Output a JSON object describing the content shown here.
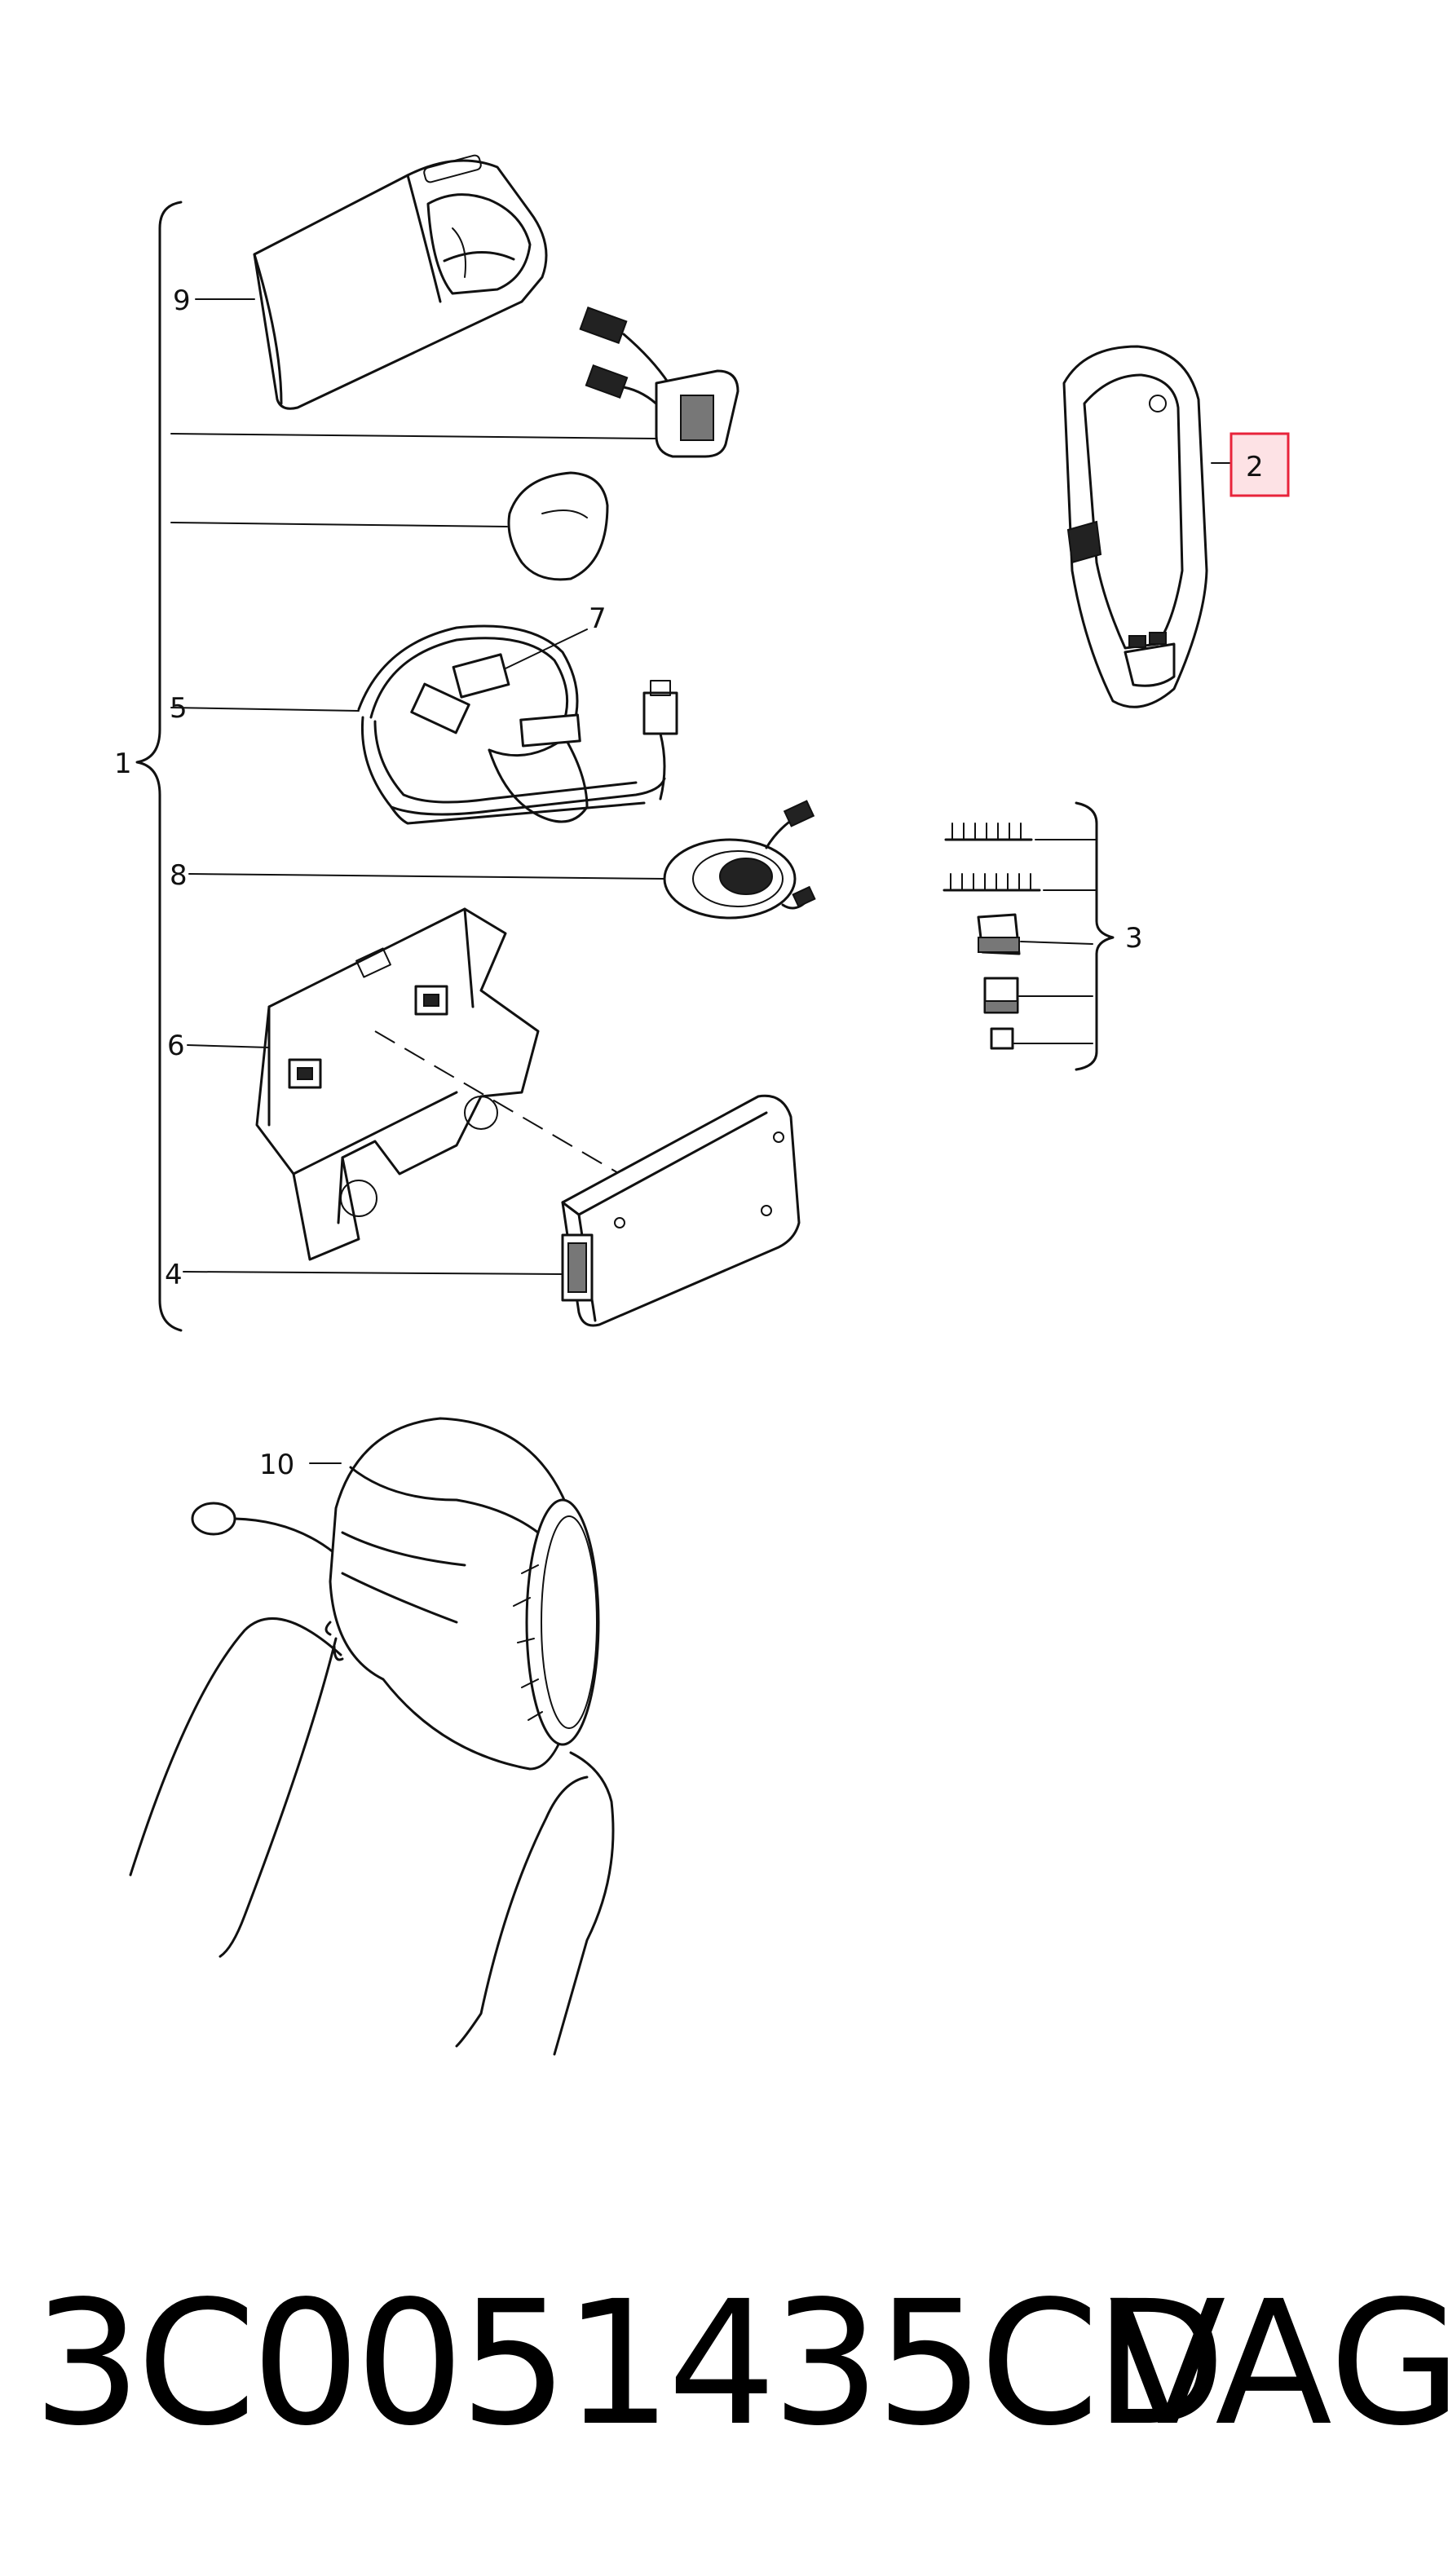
{
  "callouts": {
    "c1": "1",
    "c2": "2",
    "c3": "3",
    "c4": "4",
    "c5": "5",
    "c6": "6",
    "c7": "7",
    "c8": "8",
    "c9": "9",
    "c10": "10"
  },
  "highlight_color": "#e8233a",
  "footer": {
    "part_number": "3C0051435CD",
    "brand": "VAG"
  }
}
